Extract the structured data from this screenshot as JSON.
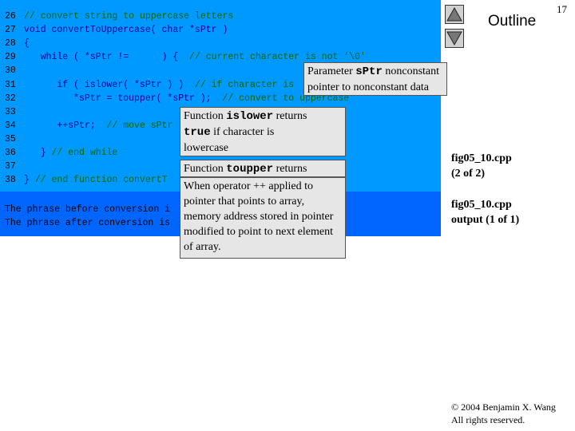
{
  "code_lines": [
    {
      "num": "26",
      "code": "",
      "comment": "// convert string to uppercase letters"
    },
    {
      "num": "27",
      "code": "void convertToUppercase( char *sPtr )",
      "comment": ""
    },
    {
      "num": "28",
      "code": "{",
      "comment": ""
    },
    {
      "num": "29",
      "code": "   while ( *sPtr !=      ) {  ",
      "comment": "// current character is not '\\0'"
    },
    {
      "num": "30",
      "code": "",
      "comment": ""
    },
    {
      "num": "31",
      "code": "      if ( islower( *sPtr ) )  ",
      "comment": "// if character is"
    },
    {
      "num": "32",
      "code": "         *sPtr = toupper( *sPtr );  ",
      "comment": "// convert to uppercase"
    },
    {
      "num": "33",
      "code": "",
      "comment": ""
    },
    {
      "num": "34",
      "code": "      ++sPtr;  ",
      "comment": "// move sPtr"
    },
    {
      "num": "35",
      "code": "",
      "comment": ""
    },
    {
      "num": "36",
      "code": "   } ",
      "comment": "// end while"
    },
    {
      "num": "37",
      "code": "",
      "comment": ""
    },
    {
      "num": "38",
      "code": "} ",
      "comment": "// end function convertT"
    }
  ],
  "output_lines": [
    "The phrase before conversion i",
    "The phrase after conversion is"
  ],
  "callouts": {
    "sptr": {
      "pre": "Parameter ",
      "mono": "sPtr",
      "post": " nonconstant",
      "line2": "pointer to nonconstant data"
    },
    "islower": {
      "pre": "Function ",
      "mono": "islower",
      "post": " returns",
      "mono2": "true",
      "post2": " if character is",
      "line3": "lowercase"
    },
    "toupper": {
      "pre": "Function ",
      "mono": "toupper",
      "post": " returns"
    },
    "increment": {
      "text": "When operator ++ applied to pointer that points to array, memory address stored in pointer modified to point to next element of array."
    }
  },
  "sidebar": {
    "title": "Outline",
    "page": "17",
    "file_label_1": "fig05_10.cpp",
    "file_label_1b": "(2 of 2)",
    "file_label_2": "fig05_10.cpp",
    "file_label_2b": "output (1 of 1)",
    "copyright_1": "© 2004 Benjamin X. Wang",
    "copyright_2": "All rights reserved."
  },
  "colors": {
    "code_bg": "#0099ff",
    "output_bg": "#0066ff",
    "comment": "#006600",
    "callout_bg": "#e6e6e6"
  }
}
